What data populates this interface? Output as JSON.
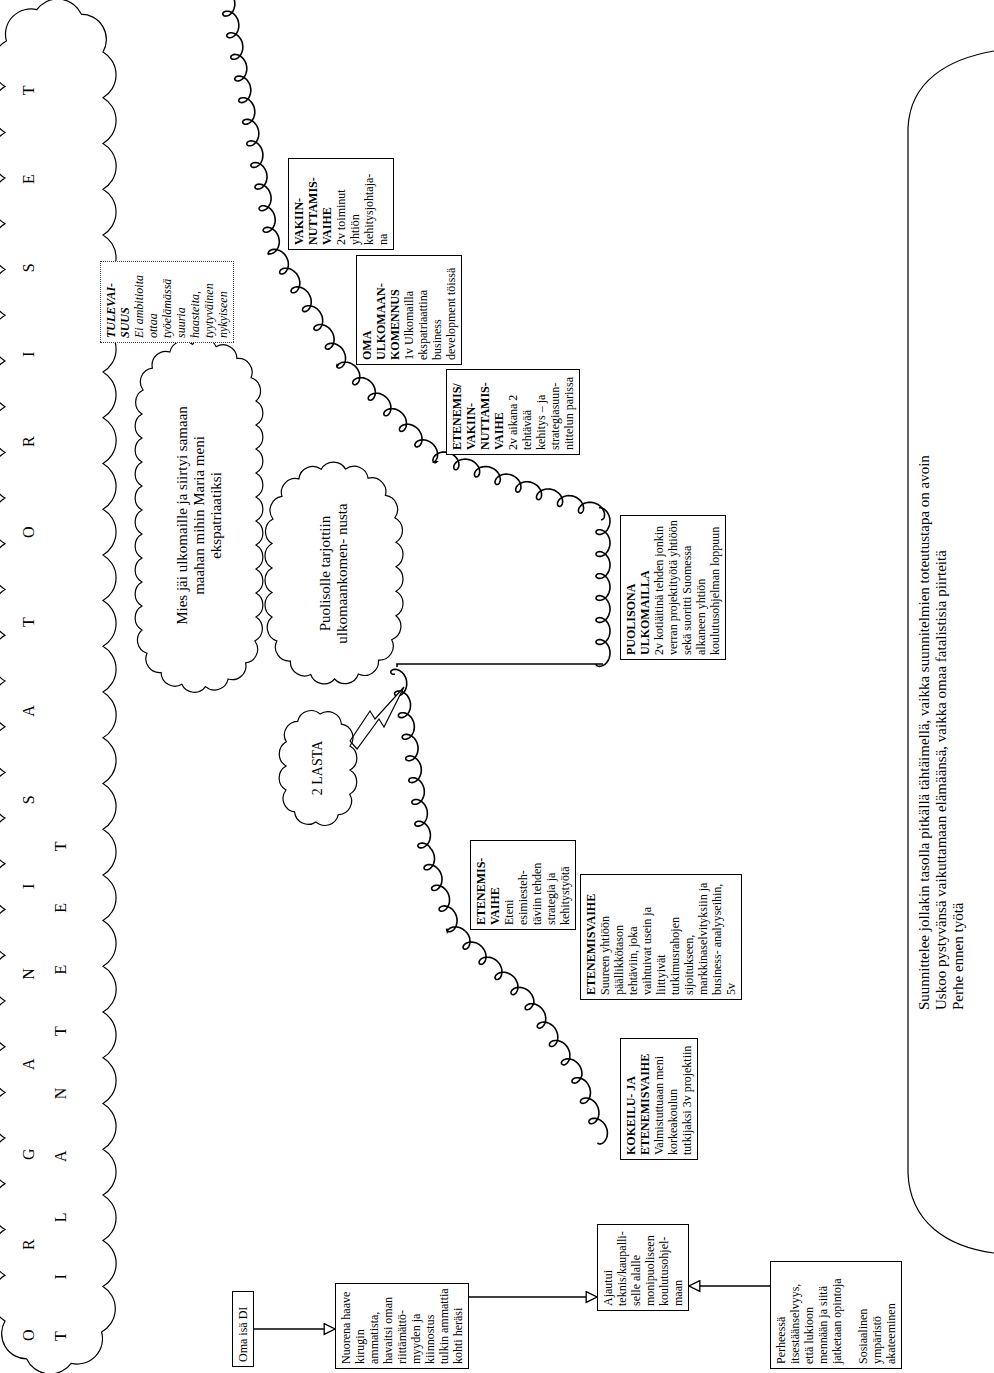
{
  "diagram": {
    "nodes": [
      {
        "text": [
          "O R G A N I S A T O R I S E T",
          "T I L A N T E E T"
        ]
      },
      {
        "text": [
          "Oma isä DI"
        ]
      },
      {
        "text": [
          "Nuorena haave kirugin ammatista, havaitsi oman riittämättö- myyden ja kiinnostus tulkin ammattia kohti heräsi"
        ]
      },
      {
        "text": [
          "Ajautui teknis/kaupalli- selle alalle monipuoliseen koulutusohjel- maan"
        ]
      },
      {
        "text": [
          "Perheessä itsestäänselvyys, että lukioon mennään ja siitä jatketaan opintoja",
          "Sosiaalinen ympäristö akateeminen"
        ]
      },
      {
        "text": [
          "2 LASTA"
        ]
      },
      {
        "text": [
          "KOKEILU- JA ETENEMISVAIHE",
          "Valmistuttuaan meni korkeakoulun tutkijaksi 3v projektiin"
        ]
      },
      {
        "text": [
          "ETENEMISVAIHE",
          "Suureen yhtiöön päällikkötason tehtäviin, joka vaihtuivat usein ja liittyivät tutkimusrahojen sijoitukseen, markkinaselvityksiin ja business- analyyseihin, 5v"
        ]
      },
      {
        "text": [
          "ETENEMIS- VAIHE",
          "Eteni esimiesteh- täviin tehden strategia ja kehitystyötä"
        ]
      },
      {
        "text": [
          "Puolisolle tarjottiin ulkomaankomen- nusta"
        ]
      },
      {
        "text": [
          "Mies jäi ulkomaille ja siirtyi samaan maahan mihin Maria meni ekspatriaatiksi"
        ]
      },
      {
        "text": [
          "PUOLISONA ULKOMAILLA",
          "2v kotiäitinä tehden jonkin verran projektityötä yhtiöön sekä suoritti Suomessa alkaneen yhtiön koulutusohjelman loppuun"
        ]
      },
      {
        "text": [
          "ETENEMIS/ VAKIIN- NUTTAMIS- VAIHE",
          "2v aikana 2 tehtävää kehitys – ja strategiasuun- nittelun parissa"
        ]
      },
      {
        "text": [
          "OMA ULKOMAAN- KOMENNUS",
          "1v Ulkomailla ekspatriaattina business development töissä"
        ]
      },
      {
        "text": [
          "VAKIIN- NUTTAMIS- VAIHE",
          "2v toiminut yhtiön kehitysjohtaja- na"
        ]
      },
      {
        "text": [
          "TULEVAI- SUUS",
          "Ei ambitioita ottaa työelämässä suuria haasteita, tyytyväinen nykyiseen"
        ]
      },
      {
        "text": [
          "Suunnittelee jollakin tasolla pitkällä tähtäimellä, vaikka suunnitelmien toteutustapa on avoin",
          "Uskoo pystyvänsä vaikuttamaan elämäänsä, vaikka omaa fatalistisia piirteitä",
          "Perhe ennen työtä"
        ]
      }
    ],
    "edges": [
      {
        "from": 1,
        "to": 2,
        "arrow": "to"
      },
      {
        "from": 2,
        "to": 3,
        "arrow": "to"
      },
      {
        "from": 4,
        "to": 3,
        "arrow": "to"
      }
    ]
  }
}
